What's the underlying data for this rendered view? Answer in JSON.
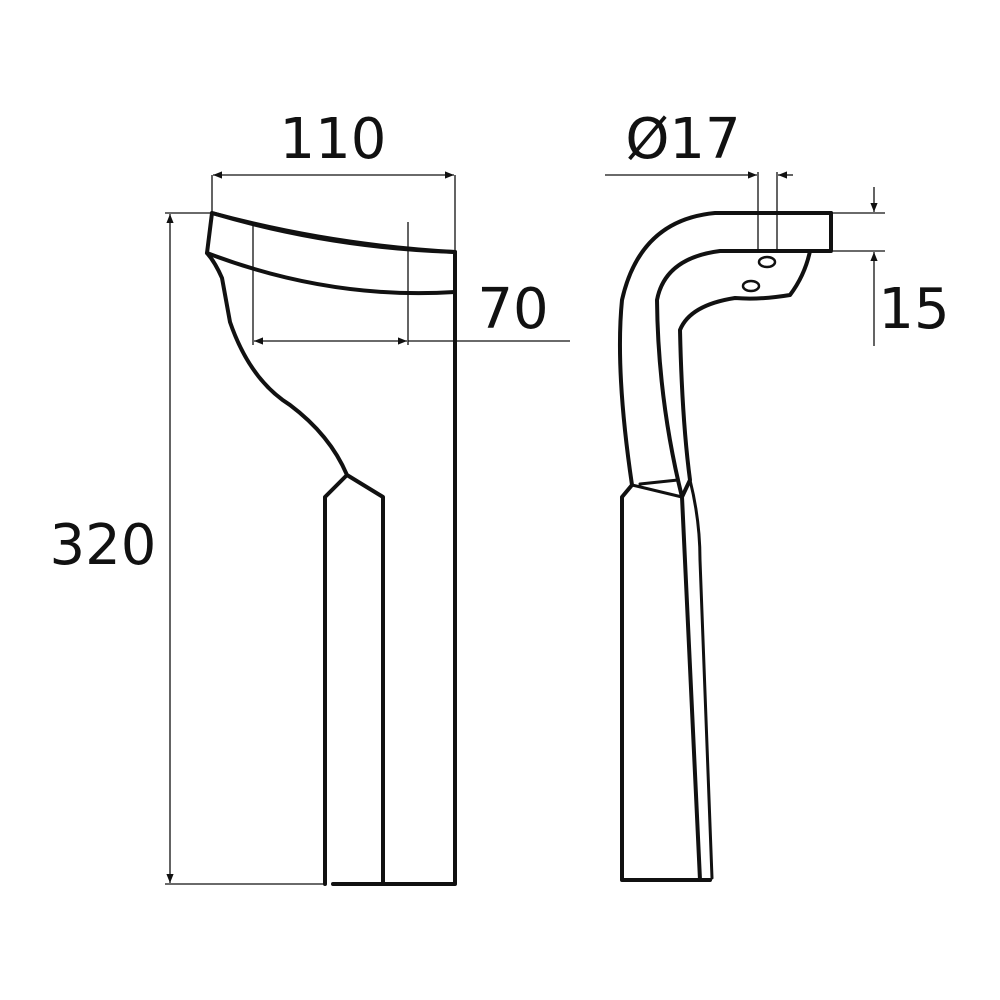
{
  "drawing": {
    "dimensions": {
      "width_top": "110",
      "width_inner": "70",
      "height_total": "320",
      "hole_diameter": "Ø17",
      "flange_thickness": "15"
    },
    "colors": {
      "line": "#111111",
      "background": "#ffffff"
    }
  }
}
